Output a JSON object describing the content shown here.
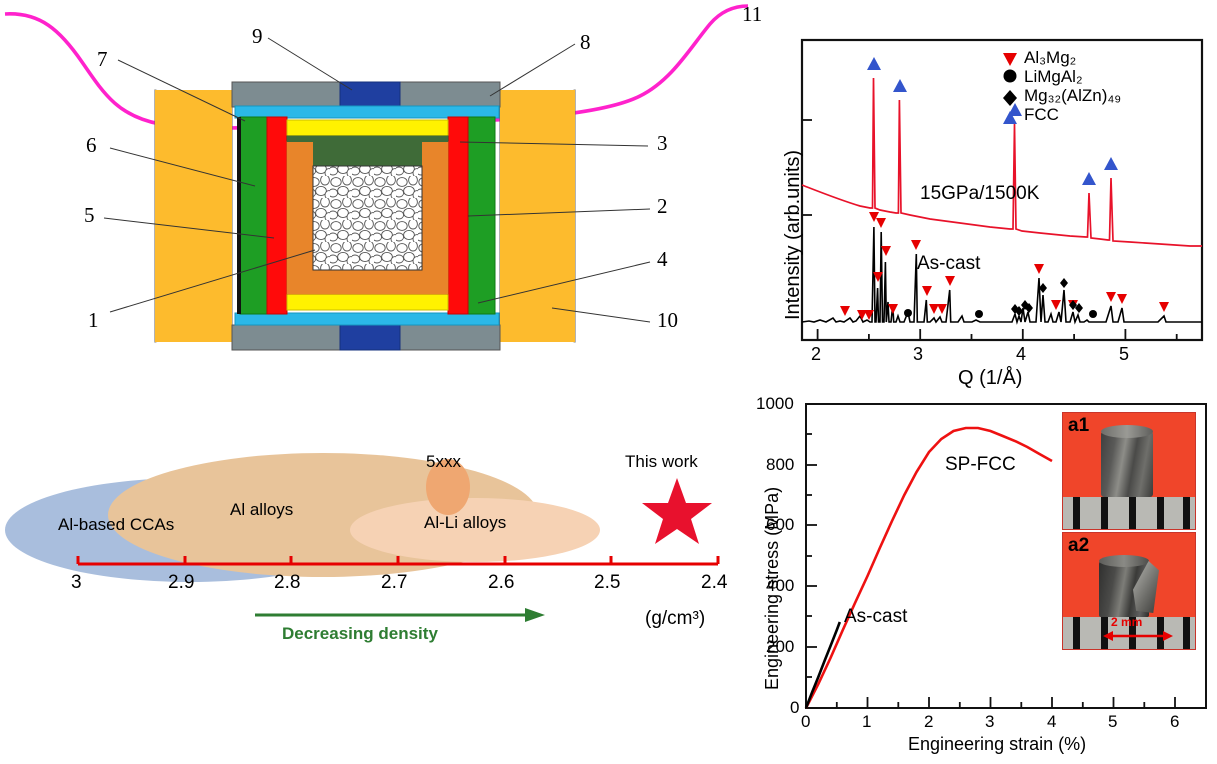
{
  "figure": {
    "panels": [
      "schematic",
      "xrd",
      "density",
      "stress_strain"
    ]
  },
  "schematic": {
    "name": "high-pressure-assembly-cross-section",
    "callouts": [
      {
        "id": "1",
        "label": "1"
      },
      {
        "id": "2",
        "label": "2"
      },
      {
        "id": "3",
        "label": "3"
      },
      {
        "id": "4",
        "label": "4"
      },
      {
        "id": "5",
        "label": "5"
      },
      {
        "id": "6",
        "label": "6"
      },
      {
        "id": "7",
        "label": "7"
      },
      {
        "id": "8",
        "label": "8"
      },
      {
        "id": "9",
        "label": "9"
      },
      {
        "id": "10",
        "label": "10"
      },
      {
        "id": "11",
        "label": "11"
      }
    ],
    "colors": {
      "outer_anvil": "#FDBB2D",
      "gasket_gray": "#7D8C91",
      "blue_cap": "#1F3FA0",
      "cyan_layer": "#2BB8E8",
      "yellow_layer": "#FFF200",
      "dark_green": "#3F6B38",
      "green": "#1E9E24",
      "red": "#FF0A0A",
      "orange": "#E8852A",
      "sample_fill": "#FFFFFF",
      "curve_magenta": "#FF22CC"
    }
  },
  "chart_data": [
    {
      "id": "xrd",
      "type": "line",
      "title": "",
      "xlabel": "Q (1/Å)",
      "ylabel": "Intensity (arb.units)",
      "xlim": [
        1.85,
        5.75
      ],
      "ylim": [
        0,
        1
      ],
      "xticks": [
        2,
        3,
        4,
        5
      ],
      "xtick_labels": [
        "2",
        "3",
        "4",
        "5"
      ],
      "yticks": [],
      "grid": false,
      "legend_position": "top-right",
      "legend": [
        {
          "marker": "down-triangle",
          "color": "#E60000",
          "label": "Al₃Mg₂"
        },
        {
          "marker": "circle",
          "color": "#000000",
          "label": "LiMgAl₂"
        },
        {
          "marker": "diamond",
          "color": "#000000",
          "label": "Mg₃₂(AlZn)₄₉"
        },
        {
          "marker": "up-triangle",
          "color": "#3355CC",
          "label": "FCC"
        }
      ],
      "series": [
        {
          "name": "15GPa/1500K",
          "color": "#E8122A",
          "annotation": "15GPa/1500K",
          "baseline": 0.52,
          "peaks": [
            {
              "q": 2.52,
              "height": 0.37,
              "width": 0.028,
              "marker": "up-triangle"
            },
            {
              "q": 2.98,
              "height": 0.305,
              "width": 0.028,
              "marker": "up-triangle"
            },
            {
              "q": 4.24,
              "height": 0.235,
              "width": 0.03,
              "marker": "up-triangle"
            },
            {
              "q": 4.95,
              "height": 0.085,
              "width": 0.03,
              "marker": "up-triangle"
            },
            {
              "q": 5.16,
              "height": 0.115,
              "width": 0.03,
              "marker": "up-triangle"
            }
          ]
        },
        {
          "name": "As-cast",
          "color": "#000000",
          "annotation": "As-cast",
          "baseline": 0.06,
          "peaks": [
            {
              "q": 2.2,
              "height": 0.04,
              "marker": "down-triangle"
            },
            {
              "q": 2.37,
              "height": 0.028,
              "marker": "down-triangle"
            },
            {
              "q": 2.44,
              "height": 0.033,
              "marker": "down-triangle"
            },
            {
              "q": 2.505,
              "height": 0.315,
              "marker": "down-triangle"
            },
            {
              "q": 2.545,
              "height": 0.115,
              "marker": "down-triangle"
            },
            {
              "q": 2.6,
              "height": 0.285,
              "marker": "down-triangle"
            },
            {
              "q": 2.655,
              "height": 0.175,
              "marker": "down-triangle"
            },
            {
              "q": 2.69,
              "height": 0.155,
              "marker": ""
            },
            {
              "q": 2.73,
              "height": 0.055,
              "marker": "down-triangle"
            },
            {
              "q": 2.86,
              "height": 0.03,
              "marker": "circle"
            },
            {
              "q": 2.92,
              "height": 0.225,
              "marker": "down-triangle"
            },
            {
              "q": 3.04,
              "height": 0.075,
              "marker": "down-triangle"
            },
            {
              "q": 3.14,
              "height": 0.03,
              "marker": "down-triangle"
            },
            {
              "q": 3.21,
              "height": 0.032,
              "marker": "down-triangle"
            },
            {
              "q": 3.4,
              "height": 0.09,
              "marker": "down-triangle"
            },
            {
              "q": 3.52,
              "height": 0.026,
              "marker": "circle"
            },
            {
              "q": 4.02,
              "height": 0.035,
              "marker": "diamond"
            },
            {
              "q": 4.06,
              "height": 0.032,
              "marker": "diamond"
            },
            {
              "q": 4.13,
              "height": 0.045,
              "marker": "diamond"
            },
            {
              "q": 4.18,
              "height": 0.04,
              "marker": "diamond"
            },
            {
              "q": 4.27,
              "height": 0.16,
              "marker": "down-triangle"
            },
            {
              "q": 4.31,
              "height": 0.12,
              "marker": "diamond"
            },
            {
              "q": 4.37,
              "height": 0.04,
              "marker": "down-triangle"
            },
            {
              "q": 4.44,
              "height": 0.135,
              "marker": "diamond"
            },
            {
              "q": 4.52,
              "height": 0.05,
              "marker": "diamond"
            },
            {
              "q": 4.6,
              "height": 0.045,
              "marker": "diamond"
            },
            {
              "q": 4.66,
              "height": 0.055,
              "marker": "down-triangle"
            },
            {
              "q": 4.8,
              "height": 0.026,
              "marker": "circle"
            },
            {
              "q": 5.04,
              "height": 0.06,
              "marker": "down-triangle"
            },
            {
              "q": 5.18,
              "height": 0.055,
              "marker": "down-triangle"
            },
            {
              "q": 5.58,
              "height": 0.035,
              "marker": "down-triangle"
            }
          ]
        }
      ]
    },
    {
      "id": "density_scale",
      "type": "bar",
      "title": "",
      "xlabel": "(g/cm³)",
      "ylabel": "",
      "xlim": [
        3.0,
        2.4
      ],
      "xticks": [
        3,
        2.9,
        2.8,
        2.7,
        2.6,
        2.5,
        2.4
      ],
      "xtick_labels": [
        "3",
        "2.9",
        "2.8",
        "2.7",
        "2.6",
        "2.5",
        "2.4"
      ],
      "grid": false,
      "axis_color": "#E60000",
      "arrow_label": "Decreasing density",
      "arrow_color": "#2e7d32",
      "groups": [
        {
          "label": "Al-based CCAs",
          "color": "#A9BEDD",
          "range": [
            3.02,
            2.52
          ]
        },
        {
          "label": "Al alloys",
          "color": "#E8C49A",
          "range": [
            2.9,
            2.49
          ]
        },
        {
          "label": "Al-Li alloys",
          "color": "#F6D2B4",
          "range": [
            2.72,
            2.5
          ]
        },
        {
          "label": "5xxx",
          "color": "#EFA771",
          "range": [
            2.66,
            2.63
          ]
        }
      ],
      "highlight": {
        "label": "This work",
        "value": 2.44,
        "marker": "star",
        "color": "#E8112D"
      }
    },
    {
      "id": "stress_strain",
      "type": "line",
      "title": "",
      "xlabel": "Engineering strain (%)",
      "ylabel": "Engineering stress (MPa)",
      "xlim": [
        0,
        6.5
      ],
      "ylim": [
        0,
        1000
      ],
      "xticks": [
        0,
        1,
        2,
        3,
        4,
        5,
        6
      ],
      "xtick_labels": [
        "0",
        "1",
        "2",
        "3",
        "4",
        "5",
        "6"
      ],
      "yticks": [
        0,
        200,
        400,
        600,
        800,
        1000
      ],
      "ytick_labels": [
        "0",
        "200",
        "400",
        "600",
        "800",
        "1000"
      ],
      "grid": false,
      "series": [
        {
          "name": "SP-FCC",
          "color": "#EE1111",
          "points": [
            [
              0,
              0
            ],
            [
              0.2,
              80
            ],
            [
              0.4,
              165
            ],
            [
              0.6,
              255
            ],
            [
              0.8,
              345
            ],
            [
              1.0,
              435
            ],
            [
              1.2,
              525
            ],
            [
              1.4,
              615
            ],
            [
              1.6,
              700
            ],
            [
              1.8,
              775
            ],
            [
              2.0,
              840
            ],
            [
              2.2,
              885
            ],
            [
              2.4,
              912
            ],
            [
              2.6,
              922
            ],
            [
              2.8,
              920
            ],
            [
              3.0,
              910
            ],
            [
              3.2,
              895
            ],
            [
              3.4,
              878
            ],
            [
              3.6,
              858
            ],
            [
              3.8,
              835
            ],
            [
              4.0,
              812
            ]
          ]
        },
        {
          "name": "As-cast",
          "color": "#000000",
          "points": [
            [
              0,
              0
            ],
            [
              0.1,
              52
            ],
            [
              0.2,
              103
            ],
            [
              0.3,
              154
            ],
            [
              0.4,
              205
            ],
            [
              0.5,
              256
            ],
            [
              0.55,
              283
            ]
          ]
        }
      ],
      "insets": [
        {
          "id": "a1",
          "label": "a1",
          "caption": ""
        },
        {
          "id": "a2",
          "label": "a2",
          "caption": "2 mm"
        }
      ]
    }
  ]
}
